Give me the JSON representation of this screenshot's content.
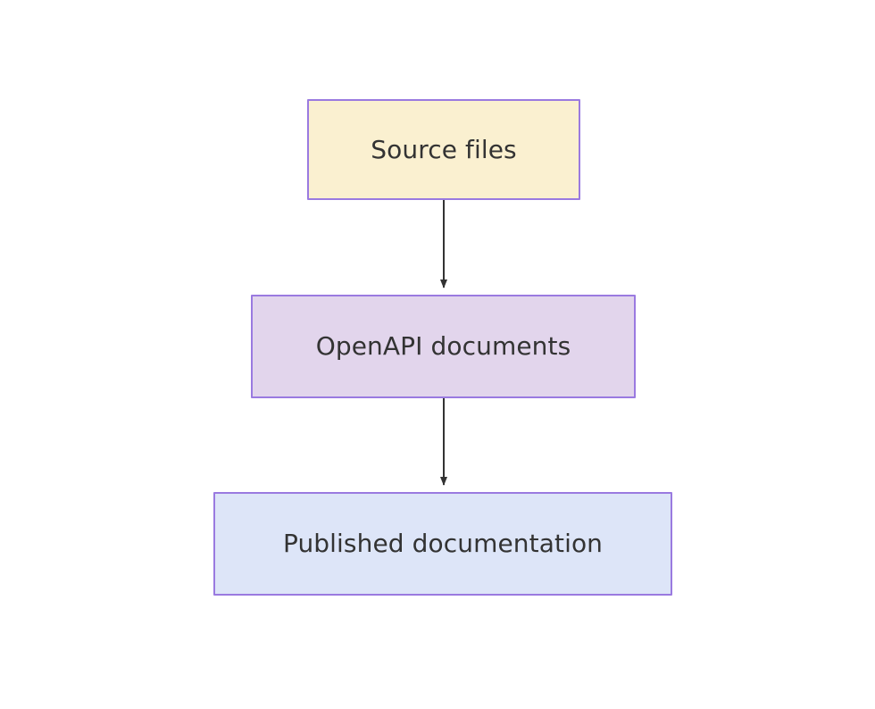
{
  "diagram": {
    "type": "flowchart",
    "direction": "top-to-bottom",
    "background_color": "#ffffff",
    "node_border_color": "#9a7ae0",
    "edge_color": "#333333",
    "text_color": "#333333",
    "nodes": [
      {
        "id": "source-files",
        "label": "Source files",
        "fill_color": "#faf0d0"
      },
      {
        "id": "openapi-documents",
        "label": "OpenAPI documents",
        "fill_color": "#e2d5ec"
      },
      {
        "id": "published-documentation",
        "label": "Published documentation",
        "fill_color": "#dde5f8"
      }
    ],
    "edges": [
      {
        "id": "edge-source-to-openapi",
        "from": "source-files",
        "to": "openapi-documents",
        "label": "",
        "arrowhead": "filled-triangle"
      },
      {
        "id": "edge-openapi-to-published",
        "from": "openapi-documents",
        "to": "published-documentation",
        "label": "",
        "arrowhead": "filled-triangle"
      }
    ]
  }
}
